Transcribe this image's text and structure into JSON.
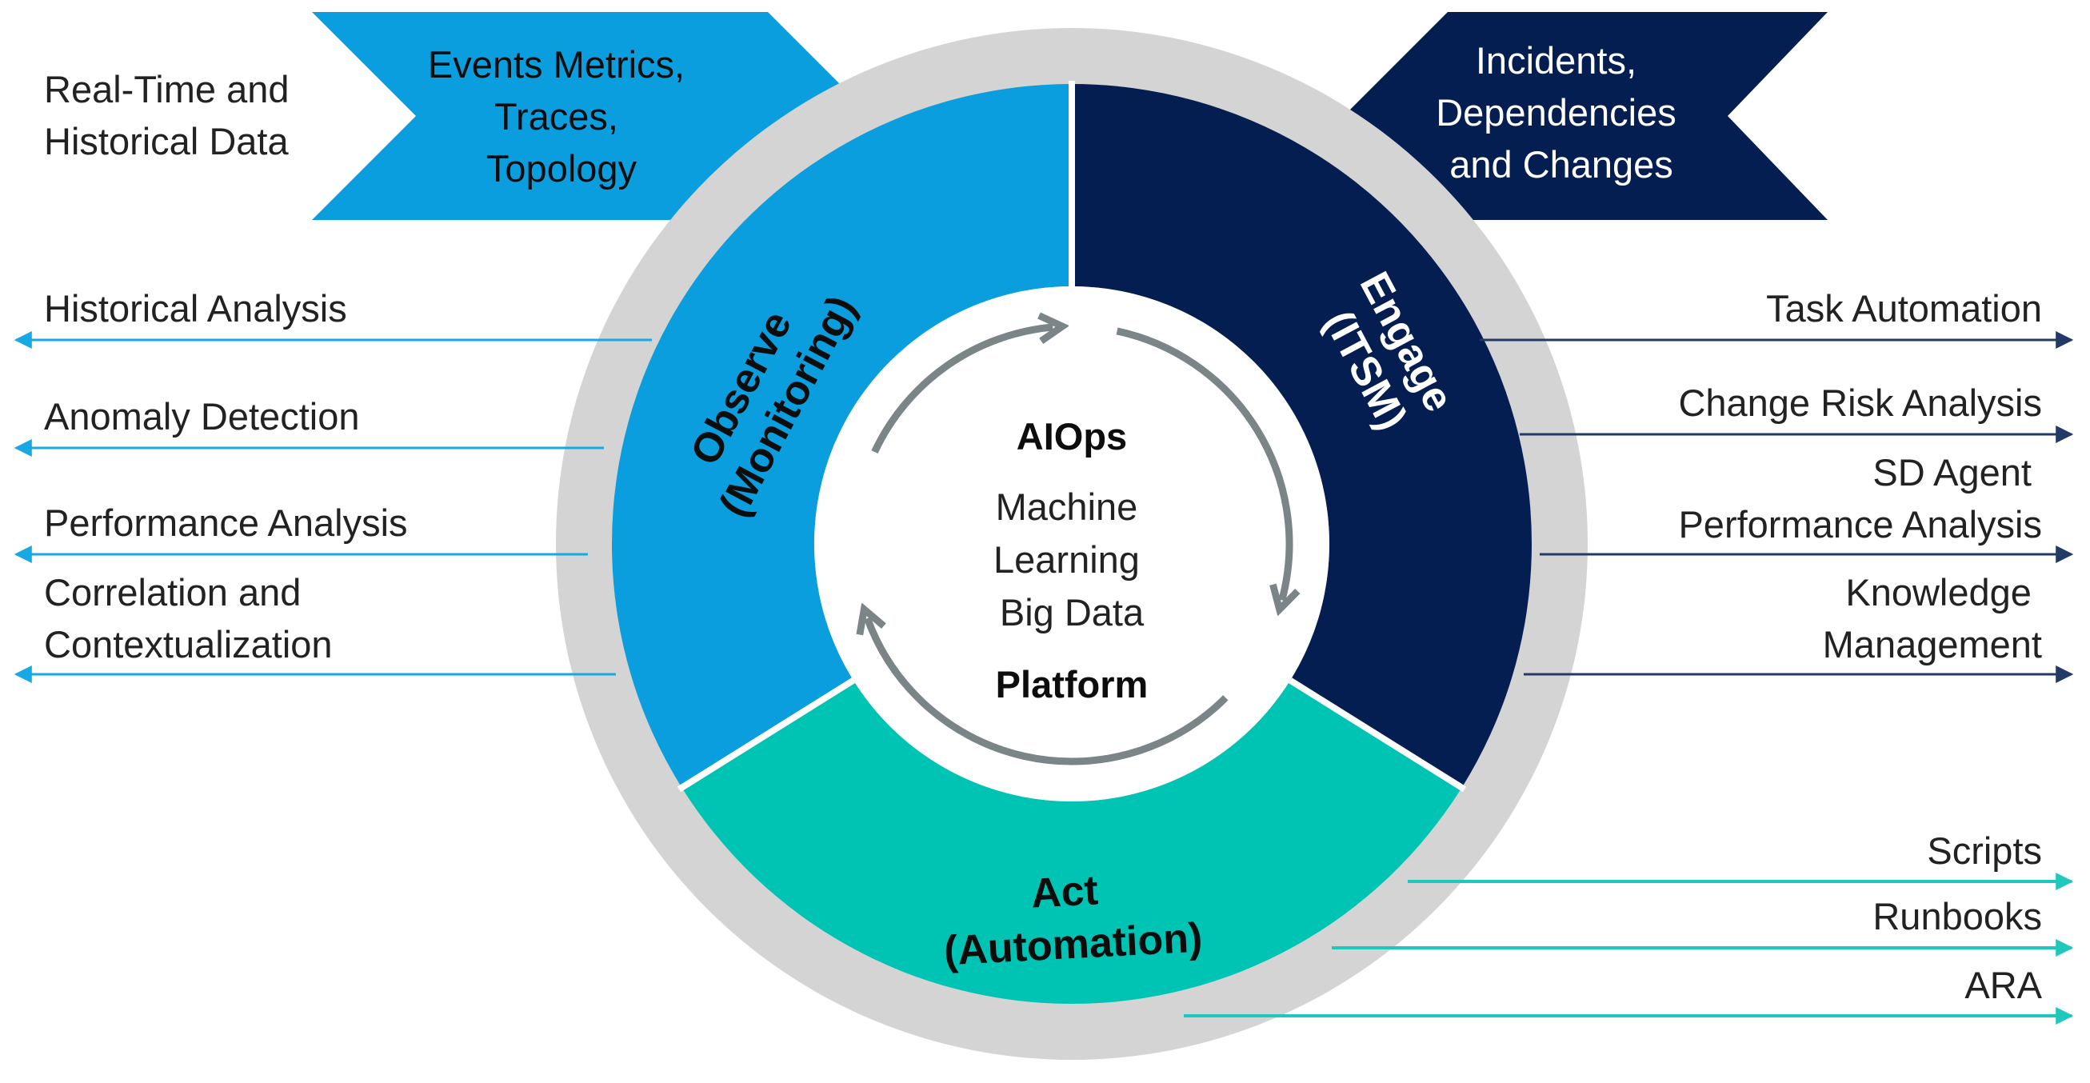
{
  "colors": {
    "observe": "#0a9ede",
    "engage": "#051e52",
    "act": "#00c4b3",
    "ring": "#d4d4d4",
    "cycle_arrows": "#7b8486",
    "arrow_left": "#17a9e3",
    "arrow_right": "#233a66",
    "arrow_act": "#1fc8bd"
  },
  "banners": {
    "left": {
      "lines": [
        "Events Metrics,",
        "Traces,",
        "Topology"
      ]
    },
    "right": {
      "lines": [
        "Incidents,",
        "Dependencies",
        "and Changes"
      ]
    }
  },
  "top_left_label": {
    "lines": [
      "Real-Time and",
      "Historical Data"
    ]
  },
  "segments": {
    "observe": {
      "lines": [
        "Observe",
        "(Monitoring)"
      ]
    },
    "engage": {
      "lines": [
        "Engage",
        "(ITSM)"
      ]
    },
    "act": {
      "lines": [
        "Act",
        "(Automation)"
      ]
    }
  },
  "core": {
    "title": "AIOps",
    "lines": [
      "Machine",
      "Learning",
      "Big Data"
    ],
    "footer": "Platform"
  },
  "left_outputs": [
    {
      "lines": [
        "Historical Analysis"
      ]
    },
    {
      "lines": [
        "Anomaly Detection"
      ]
    },
    {
      "lines": [
        "Performance Analysis"
      ]
    },
    {
      "lines": [
        "Correlation and",
        "Contextualization"
      ]
    }
  ],
  "right_outputs": [
    {
      "lines": [
        "Task Automation"
      ]
    },
    {
      "lines": [
        "Change Risk Analysis"
      ]
    },
    {
      "lines": [
        "SD Agent",
        "Performance Analysis"
      ]
    },
    {
      "lines": [
        "Knowledge",
        "Management"
      ]
    }
  ],
  "act_outputs": [
    {
      "lines": [
        "Scripts"
      ]
    },
    {
      "lines": [
        "Runbooks"
      ]
    },
    {
      "lines": [
        "ARA"
      ]
    }
  ]
}
